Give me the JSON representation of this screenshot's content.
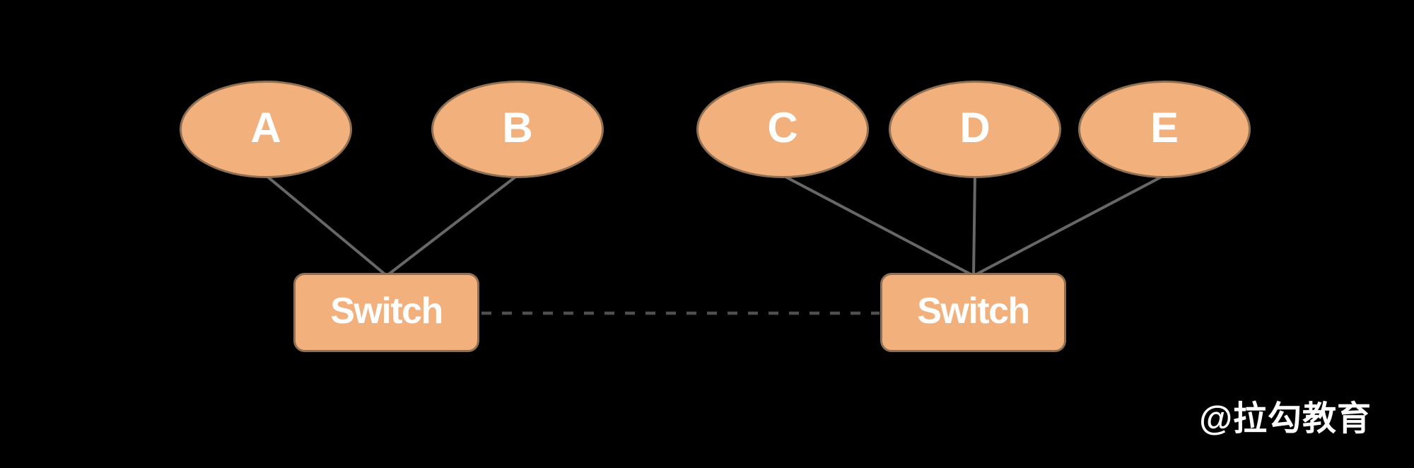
{
  "diagram": {
    "hosts": [
      {
        "label": "A"
      },
      {
        "label": "B"
      },
      {
        "label": "C"
      },
      {
        "label": "D"
      },
      {
        "label": "E"
      }
    ],
    "switches": [
      {
        "label": "Switch"
      },
      {
        "label": "Switch"
      }
    ],
    "links": [
      {
        "from": "A",
        "to": "switch-1",
        "style": "solid"
      },
      {
        "from": "B",
        "to": "switch-1",
        "style": "solid"
      },
      {
        "from": "C",
        "to": "switch-2",
        "style": "solid"
      },
      {
        "from": "D",
        "to": "switch-2",
        "style": "solid"
      },
      {
        "from": "E",
        "to": "switch-2",
        "style": "solid"
      },
      {
        "from": "switch-1",
        "to": "switch-2",
        "style": "dashed"
      }
    ],
    "watermark": {
      "text": "@拉勾教育"
    }
  },
  "colors": {
    "background": "#000000",
    "node_fill": "#F2B07D",
    "node_border": "#8F7052",
    "link_line": "#676767",
    "trunk_line": "#4F4F4F",
    "node_text": "#FFFFFF",
    "watermark_text": "#FFFFFF"
  }
}
